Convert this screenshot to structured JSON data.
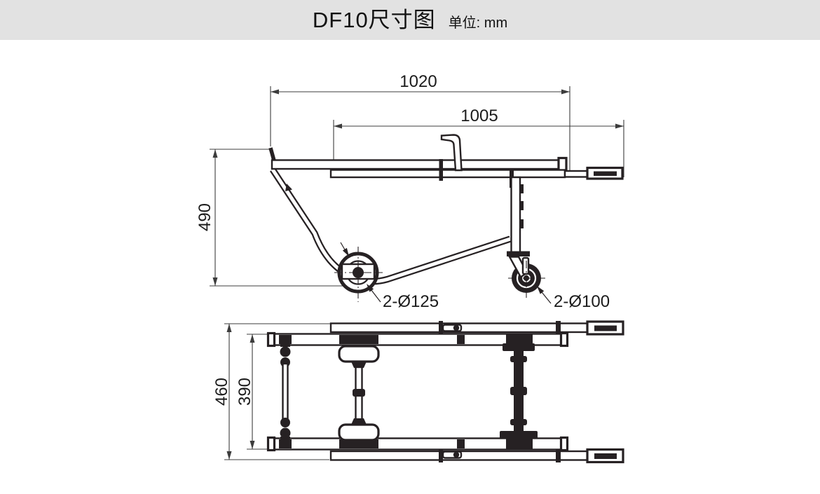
{
  "header": {
    "title": "DF10尺寸图",
    "unit": "单位: mm"
  },
  "side_view": {
    "overall_length": "1020",
    "handle_length": "1005",
    "height": "490",
    "load_wheel_label": "2-Ø125",
    "caster_label": "2-Ø100"
  },
  "top_view": {
    "overall_width": "460",
    "inner_width": "390"
  },
  "colors": {
    "background": "#ffffff",
    "header_bg": "#e2e2e2",
    "line": "#262123",
    "dim_line": "#3c3c3c"
  }
}
